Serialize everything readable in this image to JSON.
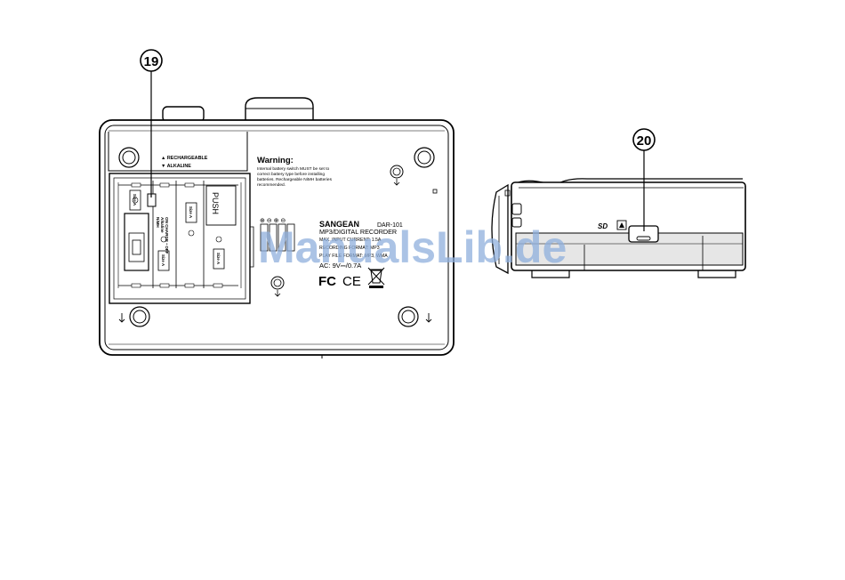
{
  "callouts": {
    "left": "19",
    "right": "20"
  },
  "battery": {
    "legend_rechargeable": "▲ RECHARGEABLE",
    "legend_alkaline": "▼ ALKALINE",
    "switch_nimh": "NiMH",
    "switch_alkaline": "Alkaline",
    "switch_off": "ON CHARGE • OFF",
    "cell_label": "Size A",
    "push": "PUSH"
  },
  "warning": {
    "title": "Warning:",
    "line1": "Internal battery switch MUST be set to",
    "line2": "correct battery type before installing",
    "line3": "batteries. Rechargeable NiMH batteries",
    "line4": "recommended."
  },
  "label": {
    "brand": "SANGEAN",
    "model": "DAR-101",
    "subtitle": "MP3/DIGITAL RECORDER",
    "spec1": "MAX. INPUT CURRENT: 1.5A",
    "spec2": "RECORDING FORMAT: MP3",
    "spec3": "PLAY FILE FORMAT: MP3, WMA",
    "power": "AC: 9V⎓/0.7A",
    "polarity": "⊕ ⊖ ⊕ ⊖",
    "cert_fc": "FC",
    "cert_ce": "CE"
  },
  "side": {
    "sd_label": "SD"
  },
  "watermark": "ManualsLib.de",
  "colors": {
    "line": "#000000",
    "watermark": "#8fb0dd",
    "shade": "#e6e6e6"
  }
}
